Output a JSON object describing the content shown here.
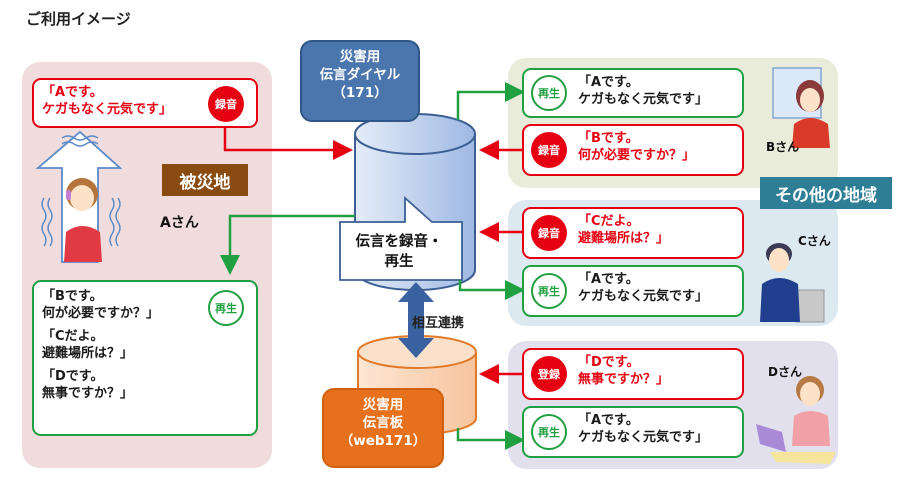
{
  "title": "ご利用イメージ",
  "colors": {
    "record_red": "#e60012",
    "play_green": "#20a040",
    "dial_blue": "#4a76ad",
    "board_orange": "#e6701b",
    "disaster_brown": "#8a4b12",
    "other_teal": "#2e7f96"
  },
  "disaster_area": {
    "label": "被災地",
    "person": "Aさん",
    "outgoing_message": {
      "lines": [
        "「Aです。",
        "ケガもなく元気です」"
      ],
      "badge": "録音"
    },
    "received_messages": {
      "badge": "再生",
      "items": [
        {
          "lines": [
            "「Bです。",
            "何が必要ですか？」"
          ]
        },
        {
          "lines": [
            "「Cだよ。",
            "避難場所は？」"
          ]
        },
        {
          "lines": [
            "「Dです。",
            "無事ですか？」"
          ]
        }
      ]
    }
  },
  "center": {
    "dial_service": {
      "lines": [
        "災害用",
        "伝言ダイヤル",
        "（171）"
      ]
    },
    "callout": {
      "lines": [
        "伝言を録音・",
        "再生"
      ]
    },
    "link_label": "相互連携",
    "board_service": {
      "lines": [
        "災害用",
        "伝言板",
        "（web171）"
      ]
    }
  },
  "other_area": {
    "label": "その他の地域",
    "people": [
      {
        "name": "Bさん",
        "messages": [
          {
            "type": "play",
            "badge": "再生",
            "lines": [
              "「Aです。",
              "ケガもなく元気です」"
            ]
          },
          {
            "type": "record",
            "badge": "録音",
            "lines": [
              "「Bです。",
              "何が必要ですか？」"
            ]
          }
        ]
      },
      {
        "name": "Cさん",
        "messages": [
          {
            "type": "record",
            "badge": "録音",
            "lines": [
              "「Cだよ。",
              "避難場所は？」"
            ]
          },
          {
            "type": "play",
            "badge": "再生",
            "lines": [
              "「Aです。",
              "ケガもなく元気です」"
            ]
          }
        ]
      },
      {
        "name": "Dさん",
        "messages": [
          {
            "type": "record",
            "badge": "登録",
            "lines": [
              "「Dです。",
              "無事ですか？」"
            ]
          },
          {
            "type": "play",
            "badge": "再生",
            "lines": [
              "「Aです。",
              "ケガもなく元気です」"
            ]
          }
        ]
      }
    ]
  }
}
